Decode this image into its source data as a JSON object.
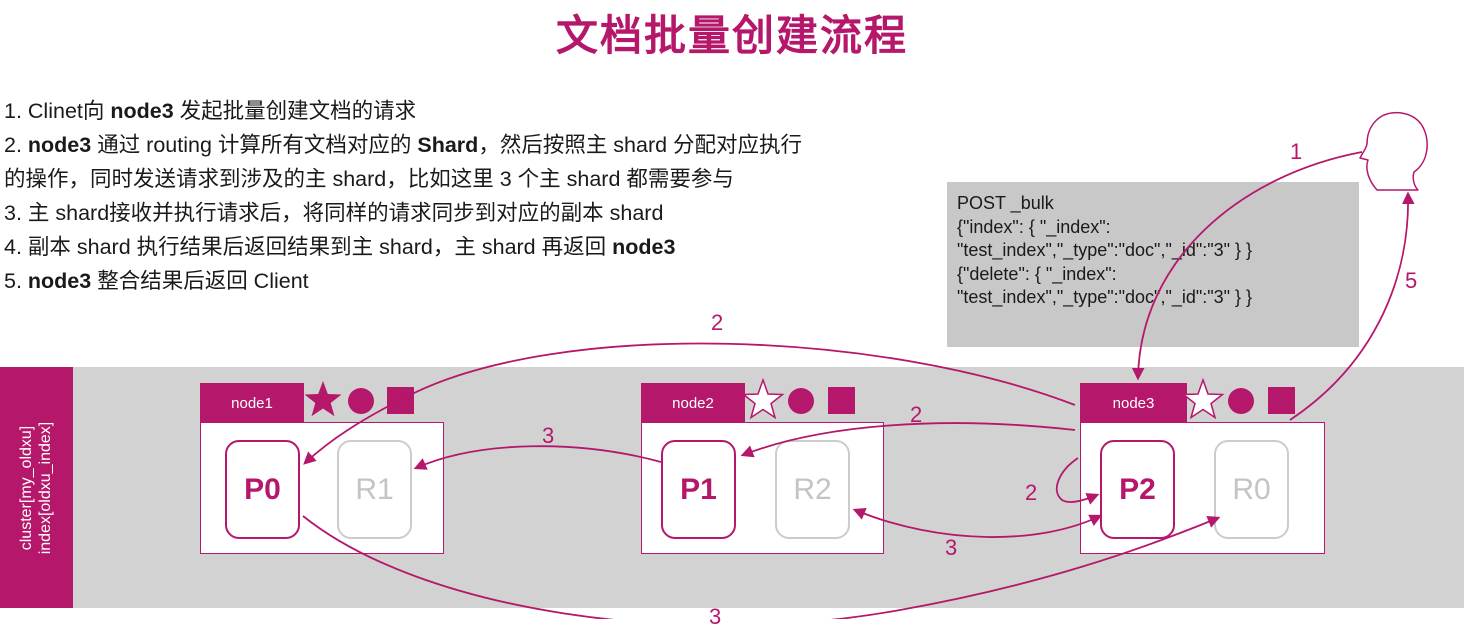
{
  "title": "文档批量创建流程",
  "steps": [
    {
      "a": "1. Clinet向 ",
      "b": "node3",
      "c": " 发起批量创建文档的请求"
    },
    {
      "a": "2. ",
      "b": "node3",
      "c": " 通过 routing 计算所有文档对应的 ",
      "d": "Shard",
      "e": "，然后按照主 shard 分配对应执行"
    },
    {
      "a": "的操作，同时发送请求到涉及的主 shard，比如这里 3 个主 shard 都需要参与"
    },
    {
      "a": "3. 主 shard接收并执行请求后，将同样的请求同步到对应的副本 shard"
    },
    {
      "a": "4. 副本 shard 执行结果后返回结果到主 shard，主 shard 再返回 ",
      "b": "node3"
    },
    {
      "a": "5. ",
      "b": "node3",
      "c": " 整合结果后返回 Client"
    }
  ],
  "code": {
    "line1": "POST _bulk",
    "line2": "{\"index\": { \"_index\":",
    "line3": "\"test_index\",\"_type\":\"doc\",\"_id\":\"3\" } }",
    "line4": "{\"delete\": { \"_index\":",
    "line5": "\"test_index\",\"_type\":\"doc\",\"_id\":\"3\" } }"
  },
  "cluster": {
    "label1": "cluster[my_oldxu]",
    "label2": "index[oldxu_index]"
  },
  "nodes": [
    {
      "name": "node1",
      "shards": [
        "P0",
        "R1"
      ],
      "star": "filled"
    },
    {
      "name": "node2",
      "shards": [
        "P1",
        "R2"
      ],
      "star": "outline"
    },
    {
      "name": "node3",
      "shards": [
        "P2",
        "R0"
      ],
      "star": "outline"
    }
  ],
  "arrow_labels": {
    "l1": "1",
    "l2a": "2",
    "l2b": "2",
    "l2c": "2",
    "l3a": "3",
    "l3b": "3",
    "l3c": "3",
    "l5": "5"
  },
  "colors": {
    "accent": "#b5176b",
    "band": "#d2d2d2",
    "code_bg": "#c8c8c8",
    "replica": "#c4c4c4"
  },
  "icons": [
    "person-head-icon",
    "star-icon",
    "circle-icon",
    "square-icon"
  ]
}
